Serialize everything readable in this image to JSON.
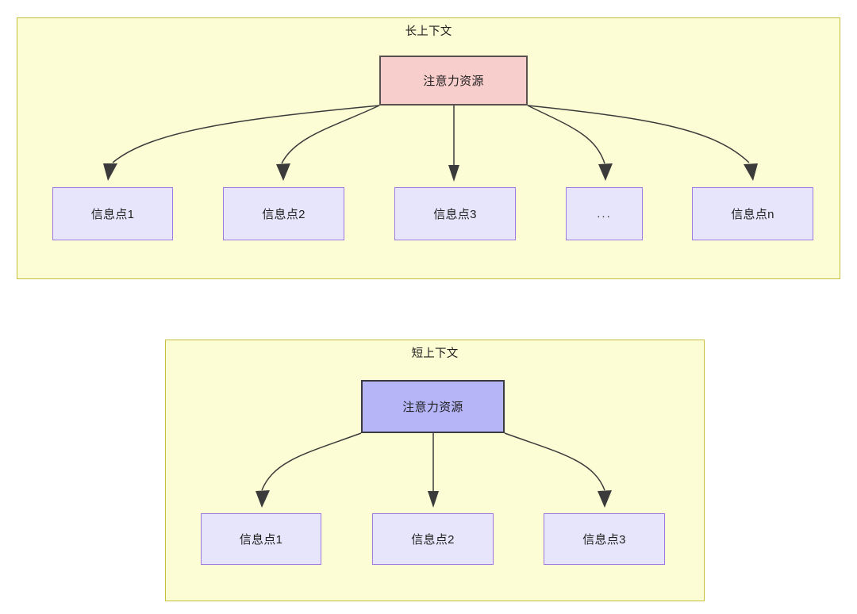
{
  "diagram": {
    "type": "node-link-diagram",
    "background_color": "#ffffff",
    "groups": [
      {
        "id": "long-context",
        "title": "长上下文",
        "fill": "#fdfdd5",
        "stroke": "#c8c03c",
        "root": {
          "label": "注意力资源",
          "fill": "#f8cecc",
          "stroke": "#59514f"
        },
        "children": [
          {
            "label": "信息点1",
            "fill": "#e7e5fb",
            "stroke": "#9e7ae0"
          },
          {
            "label": "信息点2",
            "fill": "#e7e5fb",
            "stroke": "#9e7ae0"
          },
          {
            "label": "信息点3",
            "fill": "#e7e5fb",
            "stroke": "#9e7ae0"
          },
          {
            "label": "...",
            "fill": "#e7e5fb",
            "stroke": "#9e7ae0"
          },
          {
            "label": "信息点n",
            "fill": "#e7e5fb",
            "stroke": "#9e7ae0"
          }
        ]
      },
      {
        "id": "short-context",
        "title": "短上下文",
        "fill": "#fdfdd5",
        "stroke": "#c8c03c",
        "root": {
          "label": "注意力资源",
          "fill": "#b5b5f8",
          "stroke": "#3b3b46"
        },
        "children": [
          {
            "label": "信息点1",
            "fill": "#e7e5fb",
            "stroke": "#9e7ae0"
          },
          {
            "label": "信息点2",
            "fill": "#e7e5fb",
            "stroke": "#9e7ae0"
          },
          {
            "label": "信息点3",
            "fill": "#e7e5fb",
            "stroke": "#9e7ae0"
          }
        ]
      }
    ],
    "edge_color": "#3b3b3b"
  }
}
